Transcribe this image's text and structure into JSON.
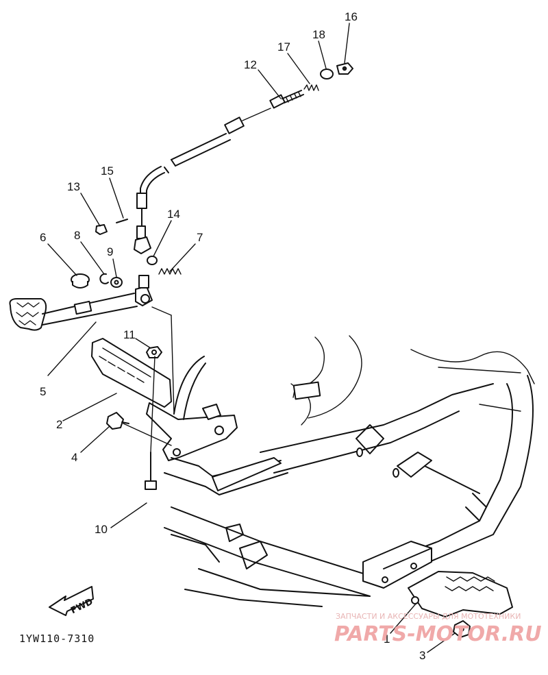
{
  "diagram_code": "1YW110-7310",
  "fwd_label": "FWD",
  "watermark": {
    "tagline": "ЗАПЧАСТИ И АКСЕССУАРЫ ДЛЯ МОТОТЕХНИКИ",
    "brand": "PARTS-MOTOR.RU"
  },
  "callouts": [
    {
      "id": "1",
      "text": "1"
    },
    {
      "id": "2",
      "text": "2"
    },
    {
      "id": "3",
      "text": "3"
    },
    {
      "id": "4",
      "text": "4"
    },
    {
      "id": "5",
      "text": "5"
    },
    {
      "id": "6",
      "text": "6"
    },
    {
      "id": "7",
      "text": "7"
    },
    {
      "id": "8",
      "text": "8"
    },
    {
      "id": "9",
      "text": "9"
    },
    {
      "id": "10",
      "text": "10"
    },
    {
      "id": "11",
      "text": "11"
    },
    {
      "id": "12",
      "text": "12"
    },
    {
      "id": "13",
      "text": "13"
    },
    {
      "id": "14",
      "text": "14"
    },
    {
      "id": "15",
      "text": "15"
    },
    {
      "id": "16",
      "text": "16"
    },
    {
      "id": "17",
      "text": "17"
    },
    {
      "id": "18",
      "text": "18"
    }
  ]
}
